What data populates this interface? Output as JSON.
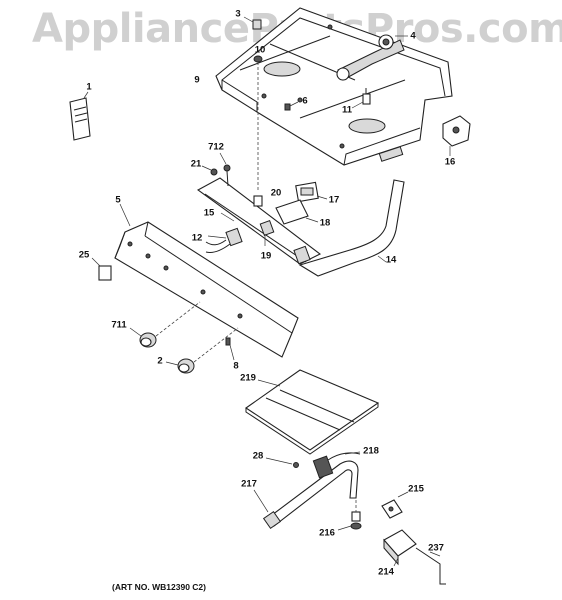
{
  "watermark": "AppliancePartsPros.com",
  "art_number": "(ART NO. WB12390 C2)",
  "part_labels": {
    "p1": "1",
    "p2": "2",
    "p3": "3",
    "p4": "4",
    "p5": "5",
    "p6": "6",
    "p8": "8",
    "p9": "9",
    "p10": "10",
    "p11": "11",
    "p12": "12",
    "p14": "14",
    "p15": "15",
    "p16": "16",
    "p17": "17",
    "p18": "18",
    "p19": "19",
    "p20": "20",
    "p21": "21",
    "p25": "25",
    "p28": "28",
    "p214": "214",
    "p215": "215",
    "p216": "216",
    "p217": "217",
    "p218": "218",
    "p219": "219",
    "p237": "237",
    "p711": "711",
    "p712": "712"
  }
}
